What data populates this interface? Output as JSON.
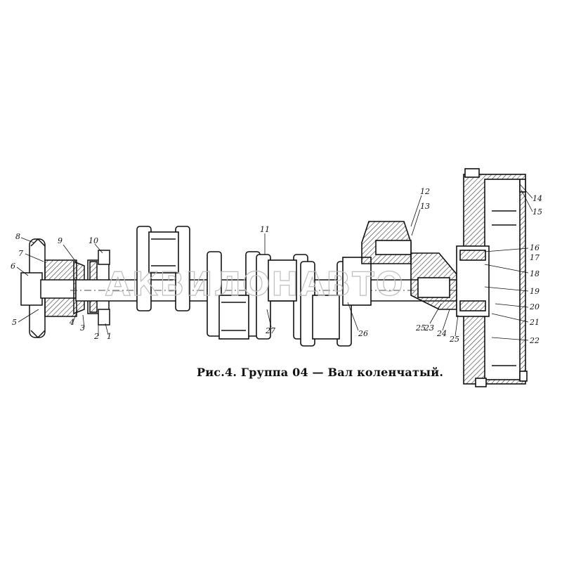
{
  "caption": "Рис.4. Группа 04 — Вал коленчатый.",
  "watermark": "АКВИЛОНАВТО",
  "labels": [
    "1",
    "2",
    "3",
    "4",
    "5",
    "6",
    "7",
    "8",
    "9",
    "10",
    "11",
    "12",
    "13",
    "14",
    "15",
    "16",
    "17",
    "18",
    "19",
    "20",
    "21",
    "22",
    "23",
    "24",
    "25",
    "25",
    "26",
    "27"
  ],
  "colors": {
    "ink": "#111111",
    "hatch": "#333333",
    "watermark": "#bdbdbd"
  }
}
